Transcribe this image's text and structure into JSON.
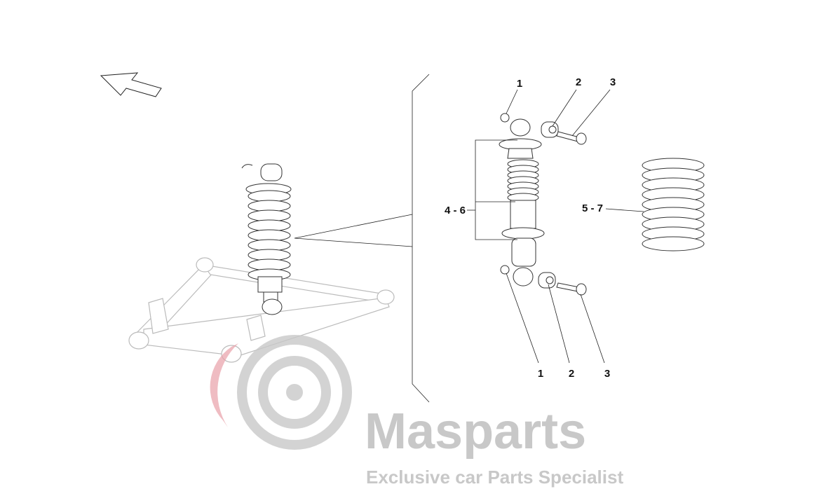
{
  "diagram": {
    "callouts": {
      "top_1": "1",
      "top_2": "2",
      "top_3": "3",
      "bottom_1": "1",
      "bottom_2": "2",
      "bottom_3": "3",
      "shock_group": "4 - 6",
      "spring_group": "5 - 7"
    }
  },
  "watermark": {
    "brand": "Masparts",
    "tagline": "Exclusive car Parts Specialist",
    "accent_color": "#e8a0a8",
    "gray_color": "#c8c8c8"
  }
}
